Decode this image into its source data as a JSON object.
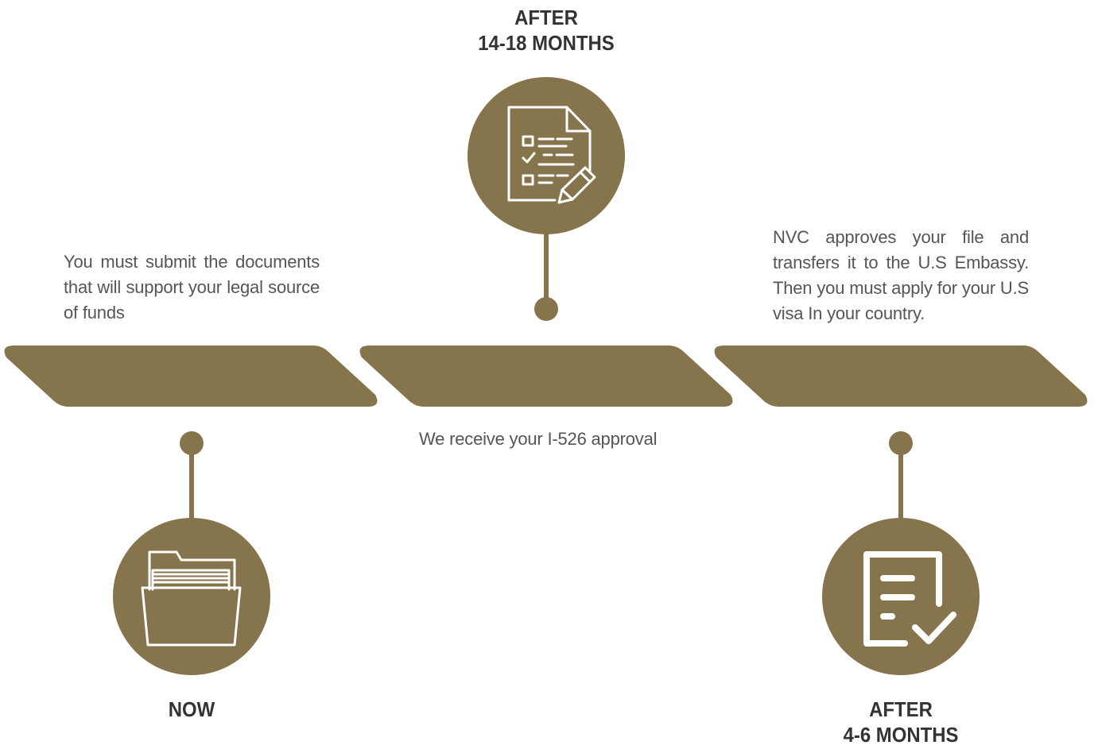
{
  "colors": {
    "accent": "#86744d",
    "title_text": "#333333",
    "body_text": "#555555",
    "icon_stroke": "#ffffff"
  },
  "steps": [
    {
      "id": "now",
      "title_lines": [
        "NOW"
      ],
      "description": "You must submit the documents that will support your legal source of funds",
      "icon": "folder-icon"
    },
    {
      "id": "after-14-18-months",
      "title_lines": [
        "AFTER",
        "14-18 MONTHS"
      ],
      "description": "We receive your I-526 approval",
      "icon": "checklist-document-icon"
    },
    {
      "id": "after-4-6-months",
      "title_lines": [
        "AFTER",
        "4-6 MONTHS"
      ],
      "description": "NVC approves your file and transfers it to the U.S Embassy. Then you must apply for your U.S visa In your country.",
      "icon": "approved-document-icon"
    }
  ]
}
